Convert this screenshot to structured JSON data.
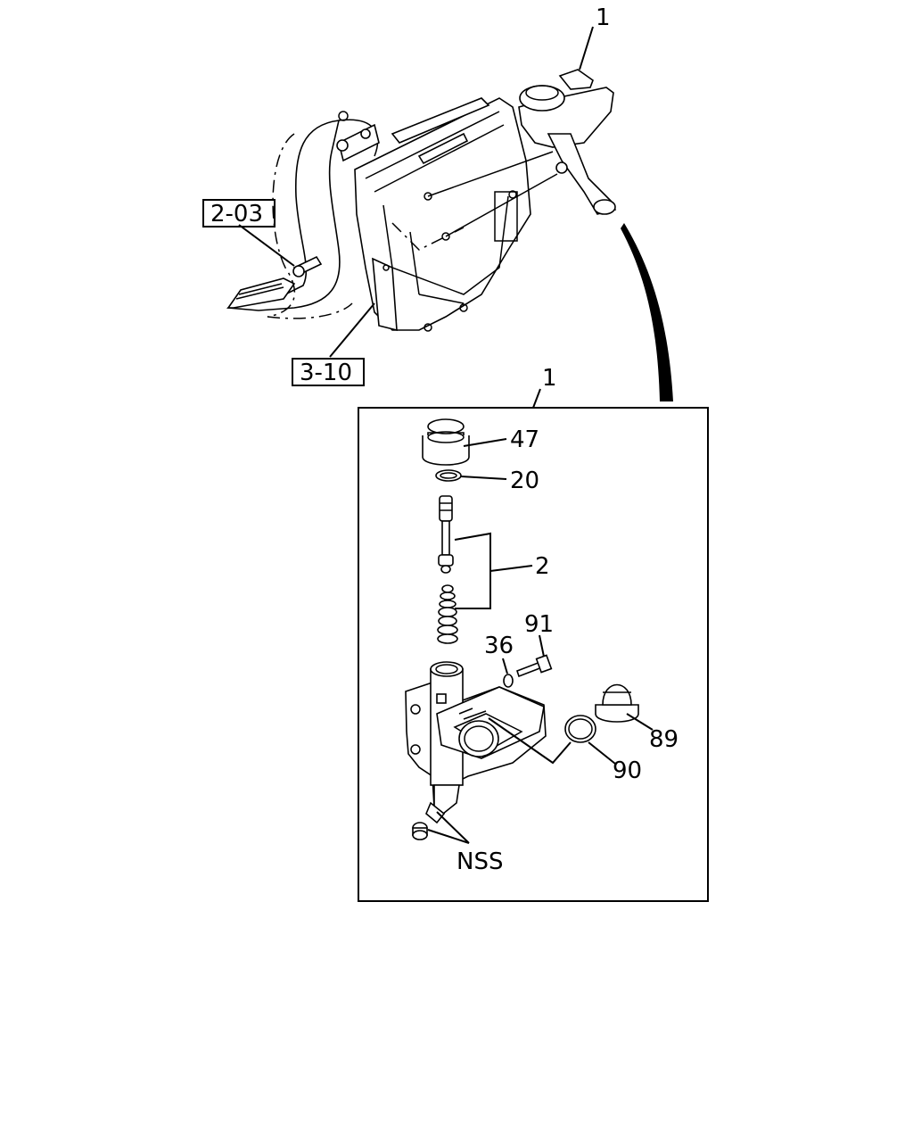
{
  "callouts": {
    "top_part": "1",
    "box_part": "1",
    "p47": "47",
    "p20": "20",
    "p2": "2",
    "p91": "91",
    "p36": "36",
    "p89": "89",
    "p90": "90",
    "nss": "NSS"
  },
  "refs": {
    "ref_a": "2-03",
    "ref_b": "3-10"
  }
}
